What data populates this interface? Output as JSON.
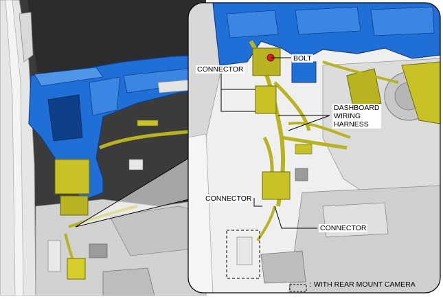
{
  "callouts": {
    "bolt": "BOLT",
    "connector_top": "CONNECTOR",
    "dashboard_wiring_harness_line1": "DASHBOARD",
    "dashboard_wiring_harness_line2": "WIRING",
    "dashboard_wiring_harness_line3": "HARNESS",
    "connector_mid": "CONNECTOR",
    "connector_bottom": "CONNECTOR"
  },
  "legend": {
    "text": ": WITH REAR MOUNT CAMERA"
  },
  "colors": {
    "dashboard_frame": "#1f6fd6",
    "harness": "#b7b321",
    "connector": "#c9c226",
    "bolt_highlight": "#e02020",
    "body_panel": "#e7e7e7",
    "dark_background": "#3a3a3a"
  }
}
